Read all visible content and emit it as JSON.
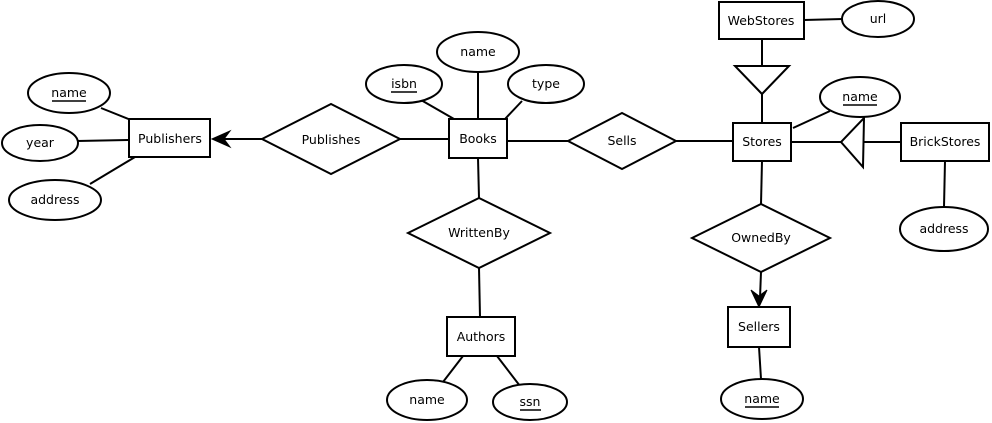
{
  "diagram_type": "entity-relationship-diagram",
  "colors": {
    "ink": "#000000",
    "fill": "#ffffff",
    "background": "#ffffff"
  },
  "entities": {
    "publishers": {
      "label": "Publishers"
    },
    "books": {
      "label": "Books"
    },
    "stores": {
      "label": "Stores"
    },
    "webstores": {
      "label": "WebStores"
    },
    "brickstores": {
      "label": "BrickStores"
    },
    "sellers": {
      "label": "Sellers"
    },
    "authors": {
      "label": "Authors"
    }
  },
  "relationships": {
    "publishes": {
      "label": "Publishes"
    },
    "sells": {
      "label": "Sells"
    },
    "writtenby": {
      "label": "WrittenBy"
    },
    "ownedby": {
      "label": "OwnedBy"
    }
  },
  "attributes": {
    "publishers_name": {
      "label": "name",
      "key": true,
      "owner": "Publishers"
    },
    "publishers_year": {
      "label": "year",
      "key": false,
      "owner": "Publishers"
    },
    "publishers_address": {
      "label": "address",
      "key": false,
      "owner": "Publishers"
    },
    "books_isbn": {
      "label": "isbn",
      "key": true,
      "owner": "Books"
    },
    "books_name": {
      "label": "name",
      "key": false,
      "owner": "Books"
    },
    "books_type": {
      "label": "type",
      "key": false,
      "owner": "Books"
    },
    "webstores_url": {
      "label": "url",
      "key": false,
      "owner": "WebStores"
    },
    "stores_name": {
      "label": "name",
      "key": true,
      "owner": "Stores"
    },
    "brickstores_address": {
      "label": "address",
      "key": false,
      "owner": "BrickStores"
    },
    "sellers_name": {
      "label": "name",
      "key": true,
      "owner": "Sellers"
    },
    "authors_name": {
      "label": "name",
      "key": false,
      "owner": "Authors"
    },
    "authors_ssn": {
      "label": "ssn",
      "key": true,
      "owner": "Authors"
    }
  },
  "connections": [
    {
      "from": "Books",
      "to": "Publishes",
      "arrow": false
    },
    {
      "from": "Publishes",
      "to": "Publishers",
      "arrow": true
    },
    {
      "from": "Books",
      "to": "Sells",
      "arrow": false
    },
    {
      "from": "Sells",
      "to": "Stores",
      "arrow": false
    },
    {
      "from": "Books",
      "to": "WrittenBy",
      "arrow": false
    },
    {
      "from": "WrittenBy",
      "to": "Authors",
      "arrow": false
    },
    {
      "from": "Stores",
      "to": "OwnedBy",
      "arrow": false
    },
    {
      "from": "OwnedBy",
      "to": "Sellers",
      "arrow": true
    },
    {
      "from": "WebStores",
      "to": "Stores",
      "via": "isa-triangle"
    },
    {
      "from": "BrickStores",
      "to": "Stores",
      "via": "isa-triangle"
    }
  ]
}
